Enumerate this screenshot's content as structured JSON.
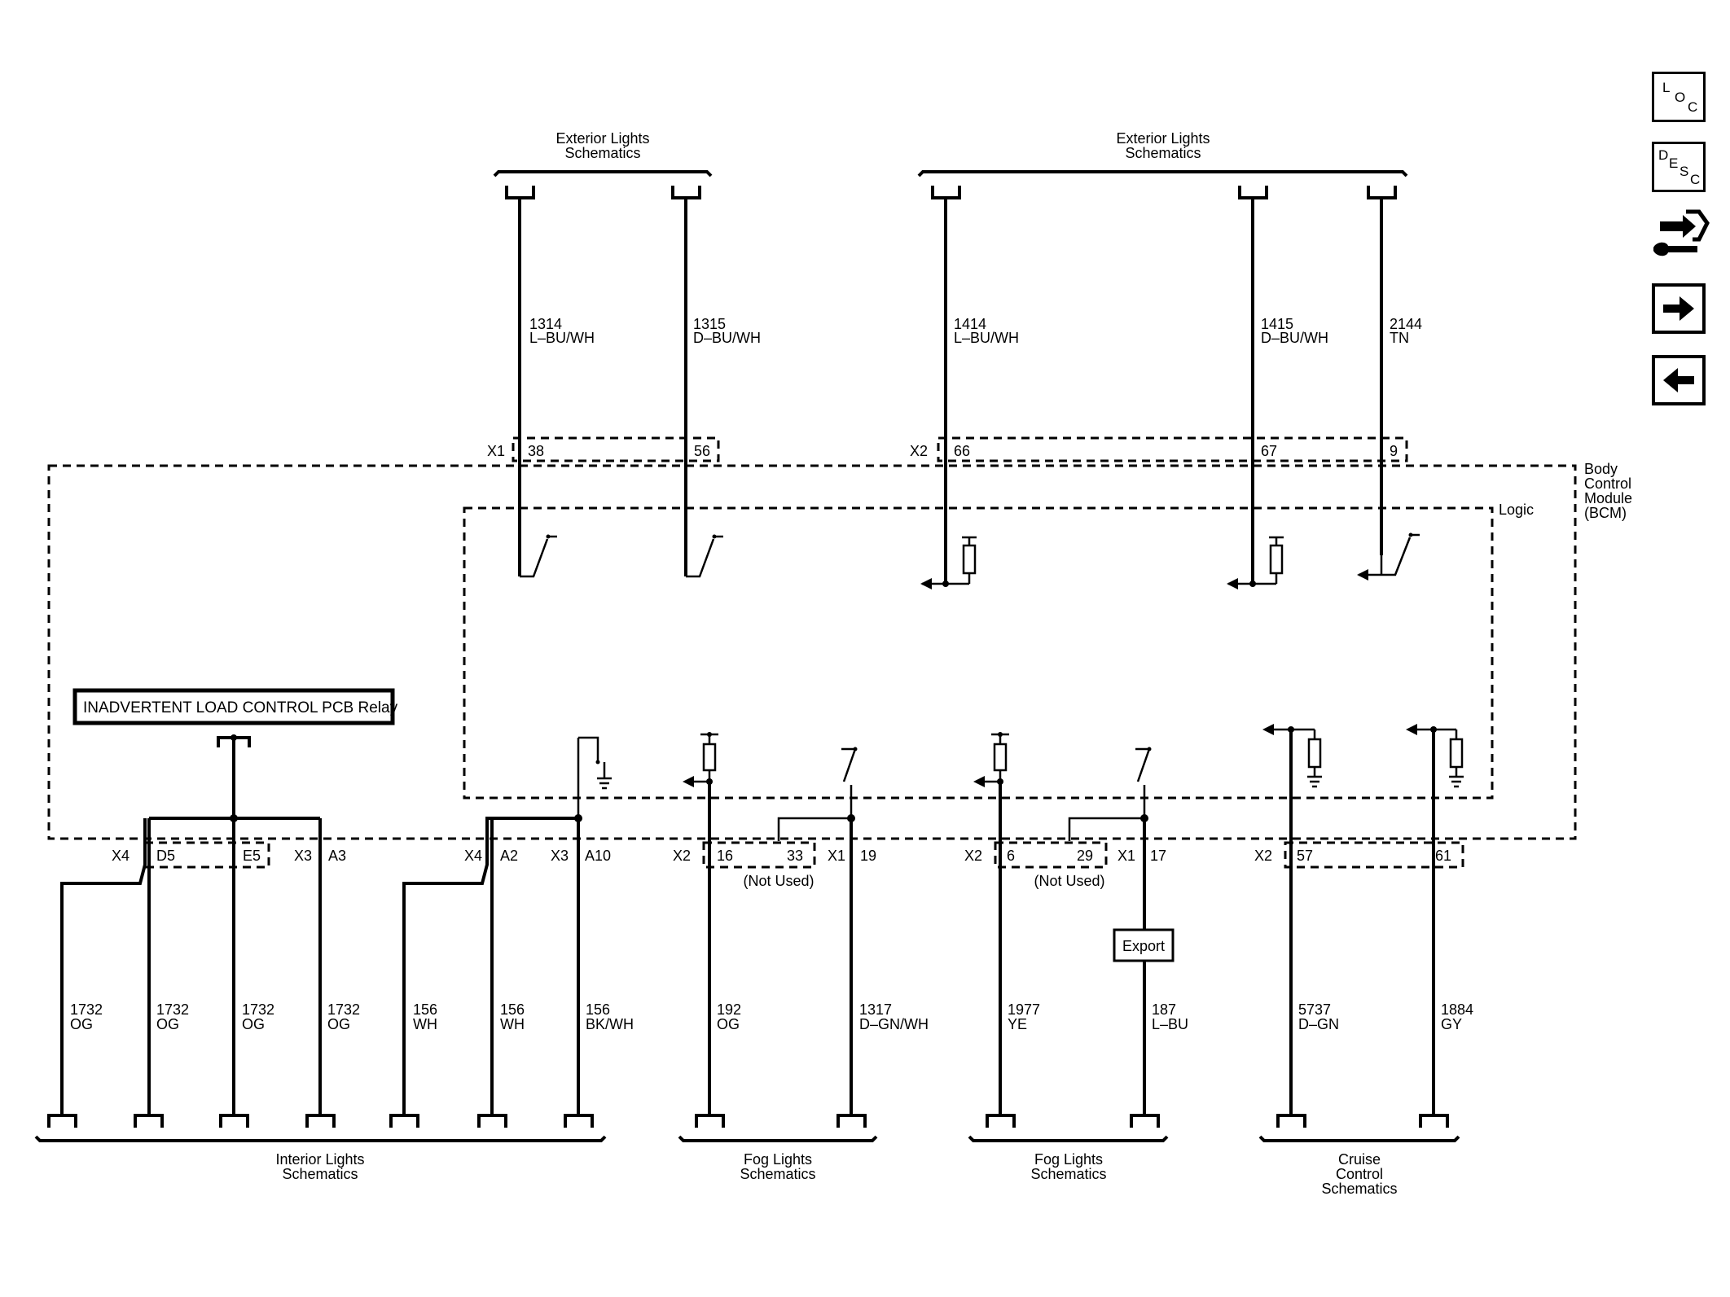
{
  "top_groups": [
    {
      "label_line1": "Exterior Lights",
      "label_line2": "Schematics"
    },
    {
      "label_line1": "Exterior Lights",
      "label_line2": "Schematics"
    }
  ],
  "top_wires": [
    {
      "circuit": "1314",
      "color": "L–BU/WH",
      "connector": "X1",
      "pin": "38"
    },
    {
      "circuit": "1315",
      "color": "D–BU/WH",
      "connector": "",
      "pin": "56"
    },
    {
      "circuit": "1414",
      "color": "L–BU/WH",
      "connector": "X2",
      "pin": "66"
    },
    {
      "circuit": "1415",
      "color": "D–BU/WH",
      "connector": "",
      "pin": "67"
    },
    {
      "circuit": "2144",
      "color": "TN",
      "connector": "",
      "pin": "9"
    }
  ],
  "module": {
    "line1": "Body",
    "line2": "Control",
    "line3": "Module",
    "line4": "(BCM)",
    "logic_label": "Logic"
  },
  "relay_label": "INADVERTENT LOAD CONTROL PCB Relay",
  "bottom_connectors": [
    {
      "name": "X4",
      "pin": "D5"
    },
    {
      "name": "",
      "pin": "E5"
    },
    {
      "name": "X3",
      "pin": "A3"
    },
    {
      "name": "X4",
      "pin": "A2"
    },
    {
      "name": "X3",
      "pin": "A10"
    },
    {
      "name": "X2",
      "pin": "16"
    },
    {
      "name": "",
      "pin": "33"
    },
    {
      "name": "X1",
      "pin": "19"
    },
    {
      "name": "X2",
      "pin": "6"
    },
    {
      "name": "",
      "pin": "29"
    },
    {
      "name": "X1",
      "pin": "17"
    },
    {
      "name": "X2",
      "pin": "57"
    },
    {
      "name": "",
      "pin": "61"
    }
  ],
  "not_used_label": "(Not Used)",
  "export_label": "Export",
  "bottom_wires": [
    {
      "circuit": "1732",
      "color": "OG"
    },
    {
      "circuit": "1732",
      "color": "OG"
    },
    {
      "circuit": "1732",
      "color": "OG"
    },
    {
      "circuit": "1732",
      "color": "OG"
    },
    {
      "circuit": "156",
      "color": "WH"
    },
    {
      "circuit": "156",
      "color": "WH"
    },
    {
      "circuit": "156",
      "color": "BK/WH"
    },
    {
      "circuit": "192",
      "color": "OG"
    },
    {
      "circuit": "1317",
      "color": "D–GN/WH"
    },
    {
      "circuit": "1977",
      "color": "YE"
    },
    {
      "circuit": "187",
      "color": "L–BU"
    },
    {
      "circuit": "5737",
      "color": "D–GN"
    },
    {
      "circuit": "1884",
      "color": "GY"
    }
  ],
  "bottom_groups": [
    {
      "label_line1": "Interior Lights",
      "label_line2": "Schematics",
      "label_line3": ""
    },
    {
      "label_line1": "Fog Lights",
      "label_line2": "Schematics",
      "label_line3": ""
    },
    {
      "label_line1": "Fog Lights",
      "label_line2": "Schematics",
      "label_line3": ""
    },
    {
      "label_line1": "Cruise",
      "label_line2": "Control",
      "label_line3": "Schematics"
    }
  ],
  "nav": {
    "loc": {
      "l1": "L",
      "l2": "O",
      "l3": "C"
    },
    "desc": {
      "l1": "D",
      "l2": "E",
      "l3": "S",
      "l4": "C"
    },
    "tools_icon": "connector-tool-icon",
    "next_icon": "arrow-right-icon",
    "prev_icon": "arrow-left-icon"
  }
}
